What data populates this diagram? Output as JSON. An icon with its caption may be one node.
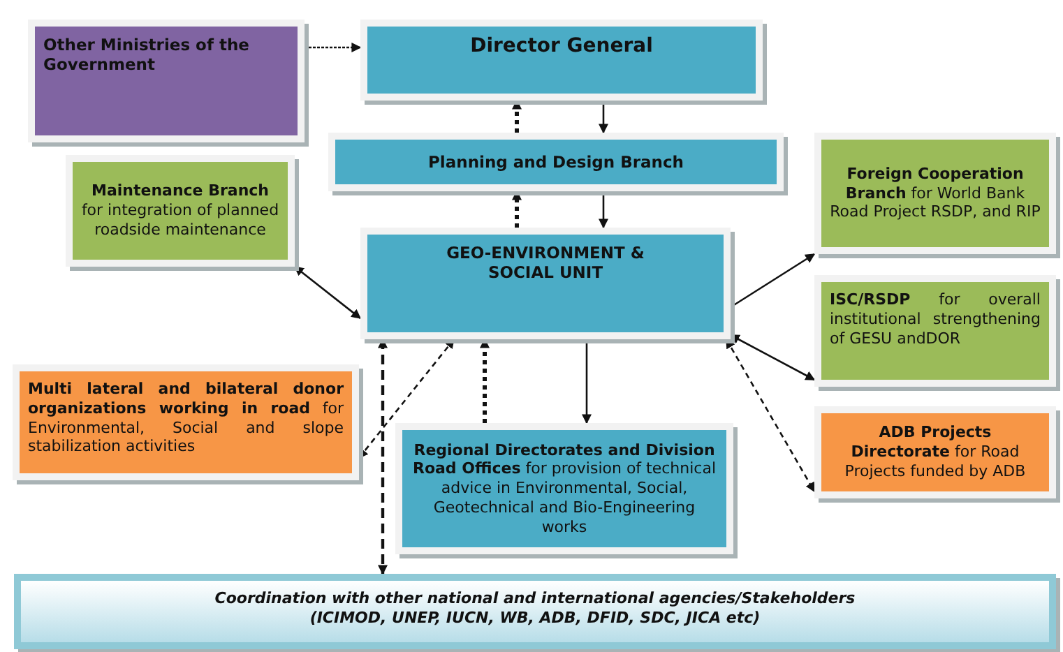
{
  "diagram": {
    "nodes": [
      {
        "text": [
          "Other Ministries of the Government"
        ]
      },
      {
        "text": [
          "Director General"
        ]
      },
      {
        "text": [
          "Planning and Design Branch"
        ]
      },
      {
        "text": [
          "**Maintenance Branch** for integration of planned roadside maintenance"
        ]
      },
      {
        "text": [
          "GEO-ENVIRONMENT & SOCIAL UNIT"
        ]
      },
      {
        "text": [
          "**Foreign Cooperation Branch** for World Bank Road Project RSDP, and RIP"
        ]
      },
      {
        "text": [
          "**ISC/RSDP** for overall institutional strengthening of GESU andDOR"
        ]
      },
      {
        "text": [
          "**Multi lateral and bilateral donor organizations working in road** for Environmental, Social and slope stabilization activities"
        ]
      },
      {
        "text": [
          "**Regional Directorates and Division Road Offices** for provision of technical advice in Environmental, Social, Geotechnical and Bio-Engineering works"
        ]
      },
      {
        "text": [
          "**ADB Projects Directorate** for Road Projects funded by ADB"
        ]
      },
      {
        "text": [
          "Coordination with other national and international agencies/Stakeholders",
          "(ICIMOD, UNEP, IUCN, WB, ADB, DFID, SDC, JICA etc)"
        ]
      }
    ],
    "edges": [
      {
        "from": 0,
        "to": 1,
        "arrow": "to",
        "style": "dashed"
      },
      {
        "from": 1,
        "to": 2,
        "arrow": "to"
      },
      {
        "from": 2,
        "to": 4,
        "arrow": "to"
      },
      {
        "from": 2,
        "to": 1,
        "arrow": "to",
        "style": "dashed"
      },
      {
        "from": 4,
        "to": 2,
        "arrow": "to",
        "style": "dashed"
      },
      {
        "from": 3,
        "to": 4,
        "arrow": "both"
      },
      {
        "from": 4,
        "to": 5,
        "arrow": "to"
      },
      {
        "from": 4,
        "to": 6,
        "arrow": "both"
      },
      {
        "from": 4,
        "to": 8,
        "arrow": "to"
      },
      {
        "from": 8,
        "to": 4,
        "arrow": "to",
        "style": "dashed"
      },
      {
        "from": 7,
        "to": 4,
        "arrow": "both",
        "style": "dashed"
      },
      {
        "from": 4,
        "to": 9,
        "arrow": "both",
        "style": "dashed"
      },
      {
        "from": 4,
        "to": 10,
        "arrow": "both",
        "style": "dashed"
      }
    ]
  }
}
